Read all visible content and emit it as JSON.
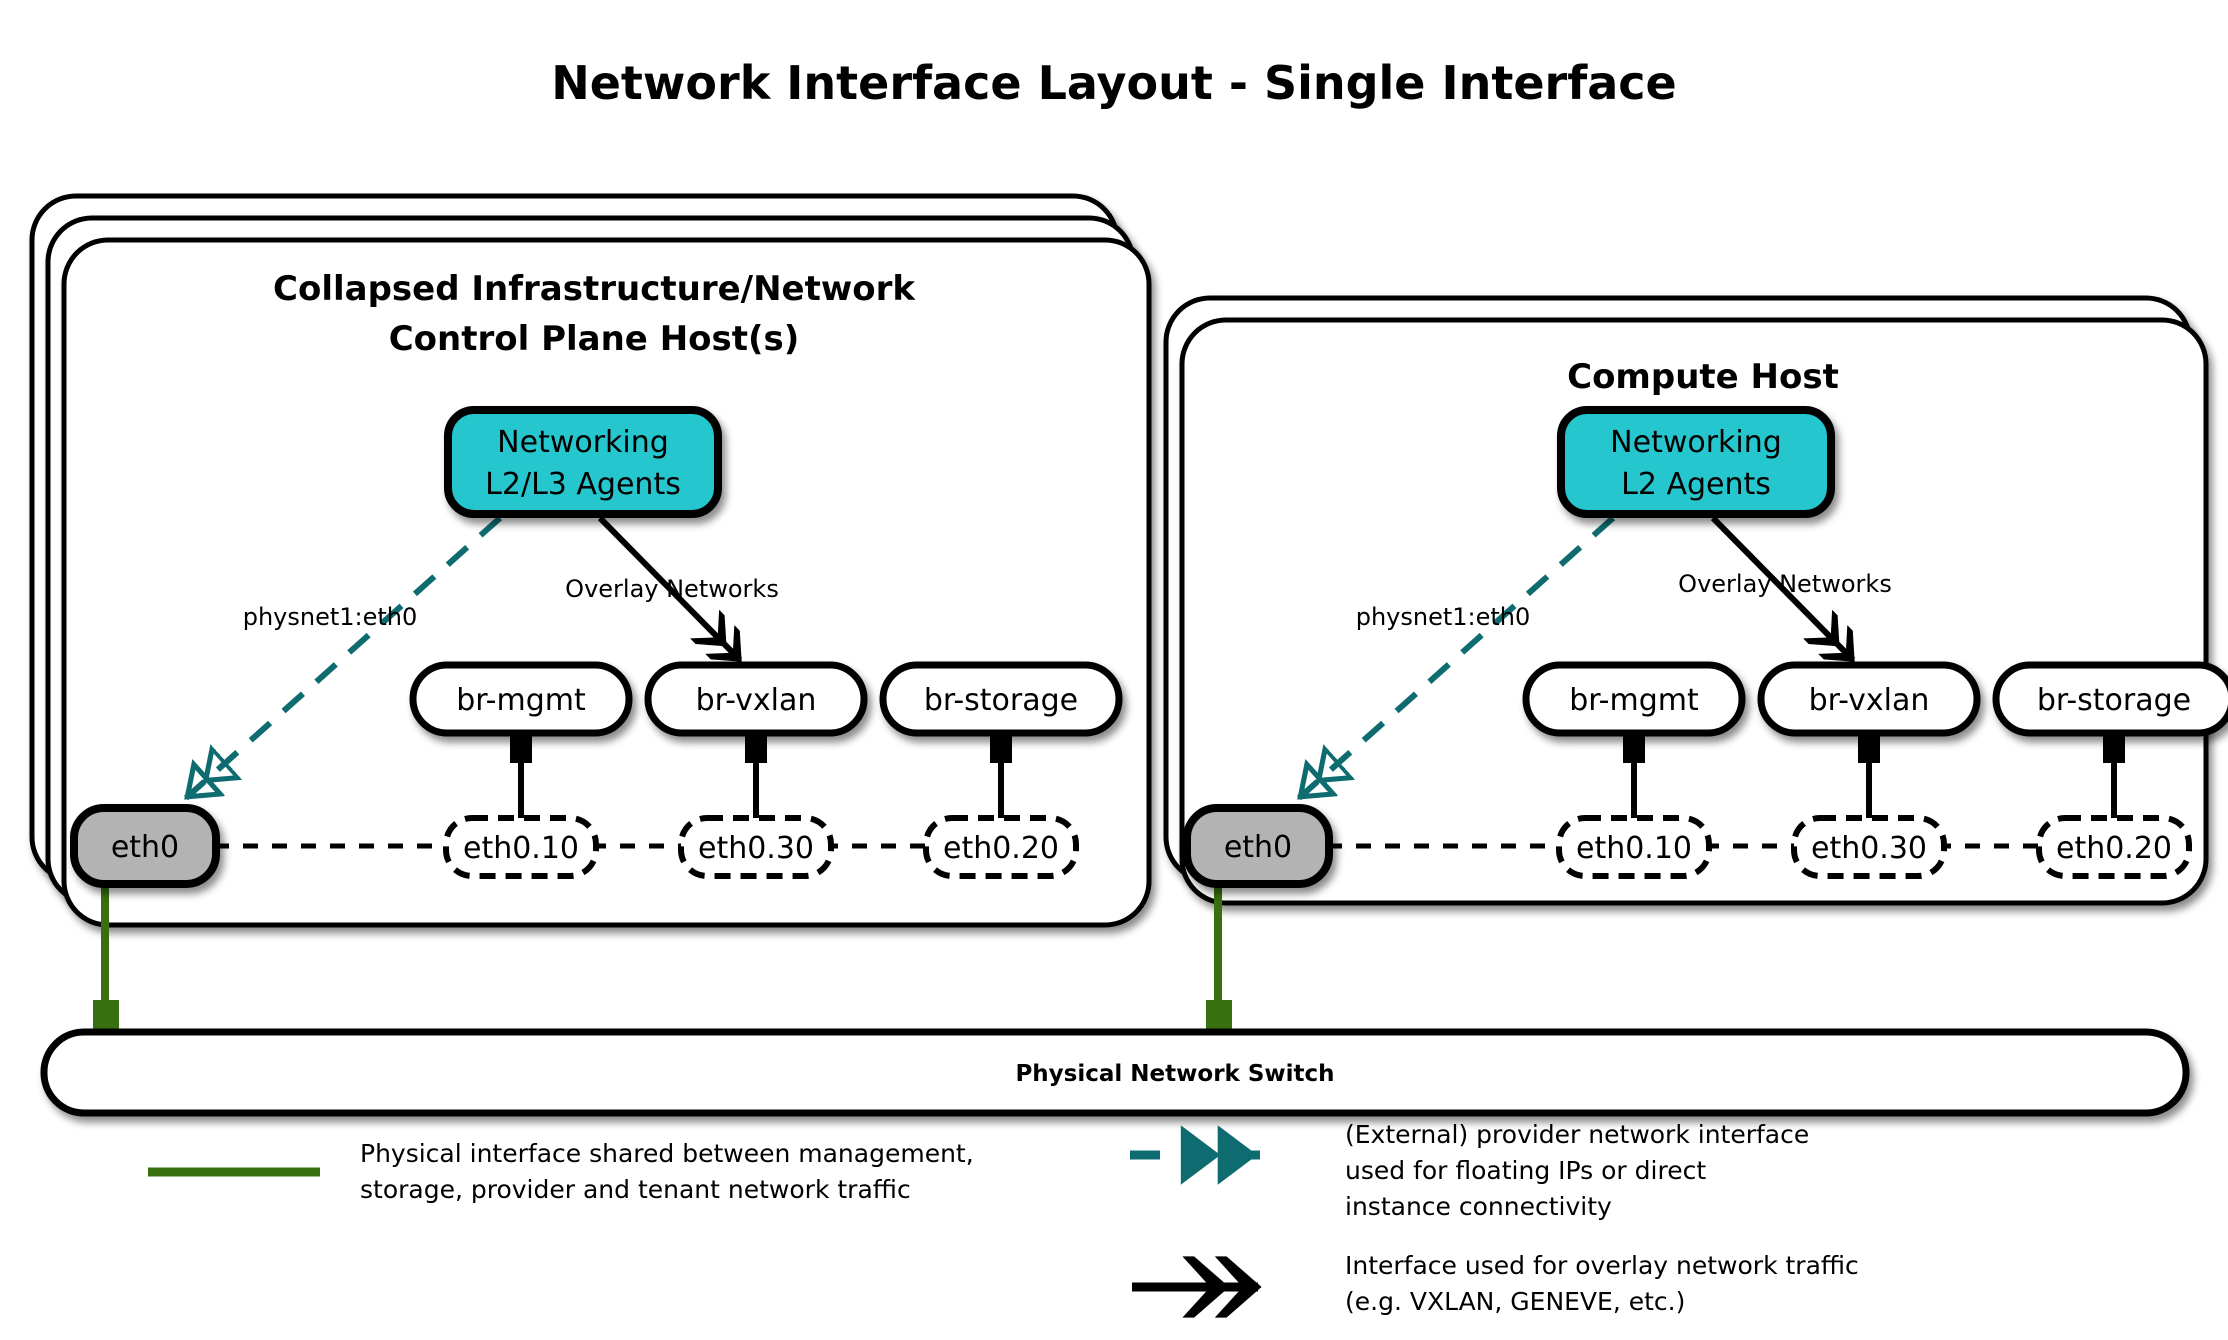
{
  "title": "Network Interface Layout - Single Interface",
  "colors": {
    "agent_fill": "#25C6CE",
    "nic_fill": "#B3B3B3",
    "provider_teal": "#0E6C71",
    "physical_green": "#38700F",
    "stroke": "#000000",
    "background": "#FFFFFF"
  },
  "hosts": [
    {
      "id": "control",
      "title_line1": "Collapsed Infrastructure/Network",
      "title_line2": "Control Plane Host(s)",
      "stack_layers": 3,
      "agent": {
        "line1": "Networking",
        "line2": "L2/L3 Agents"
      },
      "provider_label": "physnet1:eth0",
      "overlay_label": "Overlay Networks",
      "nic": "eth0",
      "bridges": [
        {
          "bridge": "br-mgmt",
          "vlan": "eth0.10"
        },
        {
          "bridge": "br-vxlan",
          "vlan": "eth0.30"
        },
        {
          "bridge": "br-storage",
          "vlan": "eth0.20"
        }
      ]
    },
    {
      "id": "compute",
      "title_line1": "Compute Host",
      "title_line2": "",
      "stack_layers": 2,
      "agent": {
        "line1": "Networking",
        "line2": "L2 Agents"
      },
      "provider_label": "physnet1:eth0",
      "overlay_label": "Overlay Networks",
      "nic": "eth0",
      "bridges": [
        {
          "bridge": "br-mgmt",
          "vlan": "eth0.10"
        },
        {
          "bridge": "br-vxlan",
          "vlan": "eth0.30"
        },
        {
          "bridge": "br-storage",
          "vlan": "eth0.20"
        }
      ]
    }
  ],
  "switch": {
    "label": "Physical Network Switch"
  },
  "legend": {
    "items": [
      {
        "icon": "green-solid-line",
        "lines": [
          "Physical interface shared between management,",
          "storage, provider and tenant network traffic"
        ]
      },
      {
        "icon": "teal-dashed-double-arrow",
        "lines": [
          "(External) provider network interface",
          "used for floating IPs or direct",
          "instance connectivity"
        ]
      },
      {
        "icon": "black-solid-double-arrow",
        "lines": [
          "Interface used for overlay network traffic",
          "(e.g. VXLAN, GENEVE, etc.)"
        ]
      }
    ]
  }
}
